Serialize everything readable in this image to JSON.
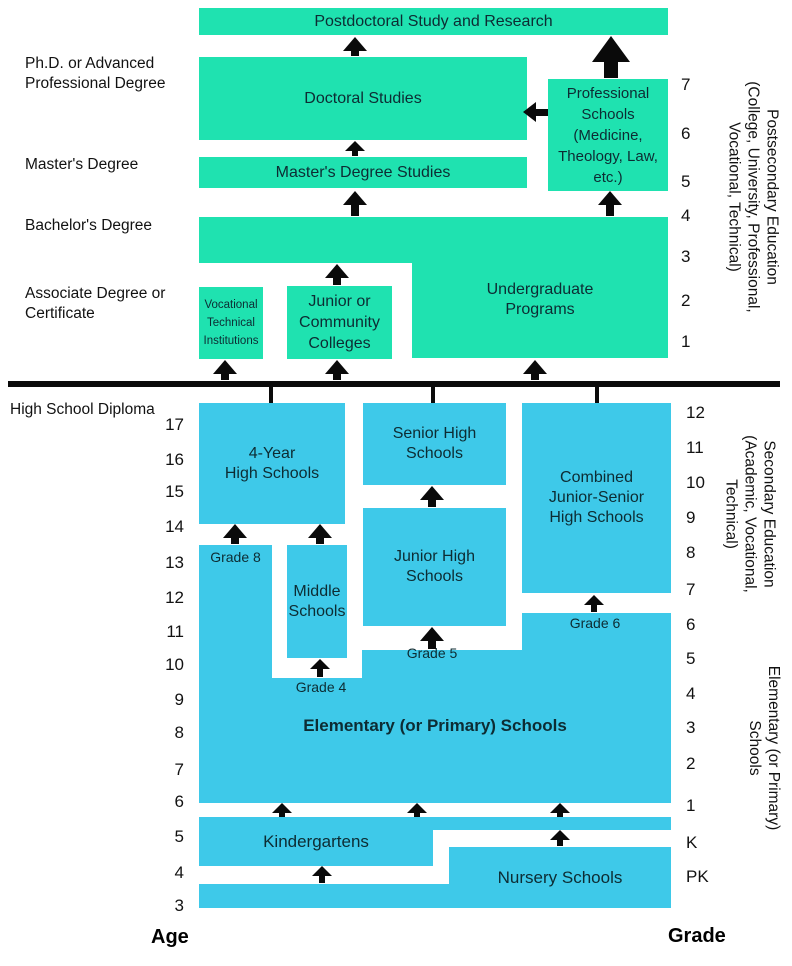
{
  "colors": {
    "postsecondary_fill": "#1fe2b0",
    "k12_fill": "#3ec9e9",
    "arrow": "#0a0a0a"
  },
  "postsecondary": {
    "side_label_lines": [
      "Postsecondary Education",
      "(College, University, Professional,",
      "Vocational, Technical)"
    ],
    "degree_labels": {
      "phd_line1": "Ph.D. or Advanced",
      "phd_line2": "Professional Degree",
      "masters": "Master's Degree",
      "bachelors": "Bachelor's Degree",
      "associate_line1": "Associate Degree or",
      "associate_line2": "Certificate"
    },
    "grades": [
      "7",
      "6",
      "5",
      "4",
      "3",
      "2",
      "1"
    ],
    "boxes": {
      "postdoctoral": "Postdoctoral Study and Research",
      "doctoral": "Doctoral Studies",
      "professional_lines": [
        "Professional",
        "Schools",
        "(Medicine,",
        "Theology, Law,",
        "etc.)"
      ],
      "masters": "Master's Degree Studies",
      "undergraduate_lines": [
        "Undergraduate",
        "Programs"
      ],
      "vocational_lines": [
        "Vocational",
        "Technical",
        "Institutions"
      ],
      "junior_college_lines": [
        "Junior or",
        "Community",
        "Colleges"
      ]
    }
  },
  "k12": {
    "hs_diploma_label": "High School Diploma",
    "side_labels": {
      "secondary_lines": [
        "Secondary Education",
        "(Academic, Vocational,",
        "Technical)"
      ],
      "elementary_lines": [
        "Elementary (or Primary)",
        "Schools"
      ]
    },
    "ages": [
      "17",
      "16",
      "15",
      "14",
      "13",
      "12",
      "11",
      "10",
      "9",
      "8",
      "7",
      "6",
      "5",
      "4",
      "3"
    ],
    "grades": [
      "12",
      "11",
      "10",
      "9",
      "8",
      "7",
      "6",
      "5",
      "4",
      "3",
      "2",
      "1",
      "K",
      "PK"
    ],
    "boxes": {
      "four_year_lines": [
        "4-Year",
        "High Schools"
      ],
      "senior_lines": [
        "Senior High",
        "Schools"
      ],
      "combined_lines": [
        "Combined",
        "Junior-Senior",
        "High Schools"
      ],
      "junior_high_lines": [
        "Junior High",
        "Schools"
      ],
      "middle_lines": [
        "Middle",
        "Schools"
      ],
      "elementary": "Elementary (or Primary) Schools",
      "kindergartens": "Kindergartens",
      "nursery": "Nursery Schools"
    },
    "grade_markers": {
      "g8": "Grade 8",
      "g5": "Grade 5",
      "g6": "Grade 6",
      "g4": "Grade 4"
    },
    "axis": {
      "age": "Age",
      "grade": "Grade"
    }
  }
}
